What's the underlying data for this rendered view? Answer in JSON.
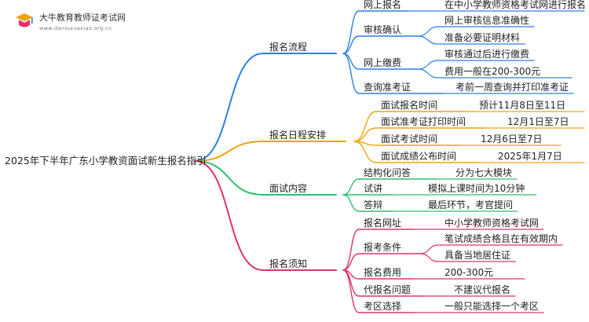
{
  "brand": {
    "name": "大牛教育教师证考试网",
    "url": "www.daniuxuexiao.org.cn"
  },
  "root": "2025年下半年广东小学教资面试新生报名指引",
  "colors": {
    "blue": "#2d7fe6",
    "orange": "#f0a30a",
    "green": "#2fbf71",
    "pink": "#e0306e"
  },
  "branches": [
    {
      "label": "报名流程",
      "color": "blue",
      "children": [
        {
          "label": "网上报名",
          "items": [
            "在中小学教师资格考试网进行报名"
          ]
        },
        {
          "label": "审核确认",
          "items": [
            "网上审核信息准确性",
            "准备必要证明材料"
          ]
        },
        {
          "label": "网上缴费",
          "items": [
            "审核通过后进行缴费",
            "费用一般在200-300元"
          ]
        },
        {
          "label": "查询准考证",
          "items": [
            "考前一周查询并打印准考证"
          ]
        }
      ]
    },
    {
      "label": "报名日程安排",
      "color": "orange",
      "children": [
        {
          "label": "面试报名时间",
          "items": [
            "预计11月8日至11日"
          ]
        },
        {
          "label": "面试准考证打印时间",
          "items": [
            "12月1日至7日"
          ]
        },
        {
          "label": "面试考试时间",
          "items": [
            "12月6日至7日"
          ]
        },
        {
          "label": "面试成绩公布时间",
          "items": [
            "2025年1月7日"
          ]
        }
      ]
    },
    {
      "label": "面试内容",
      "color": "green",
      "children": [
        {
          "label": "结构化问答",
          "items": [
            "分为七大模块"
          ]
        },
        {
          "label": "试讲",
          "items": [
            "模拟上课时间为10分钟"
          ]
        },
        {
          "label": "答辩",
          "items": [
            "最后环节，考官提问"
          ]
        }
      ]
    },
    {
      "label": "报名须知",
      "color": "pink",
      "children": [
        {
          "label": "报名网址",
          "items": [
            "中小学教师资格考试网"
          ]
        },
        {
          "label": "报考条件",
          "items": [
            "笔试成绩合格且在有效期内",
            "具备当地居住证"
          ]
        },
        {
          "label": "报名费用",
          "items": [
            "200-300元"
          ]
        },
        {
          "label": "代报名问题",
          "items": [
            "不建议代报名"
          ]
        },
        {
          "label": "考区选择",
          "items": [
            "一般只能选择一个考区"
          ]
        }
      ]
    }
  ]
}
